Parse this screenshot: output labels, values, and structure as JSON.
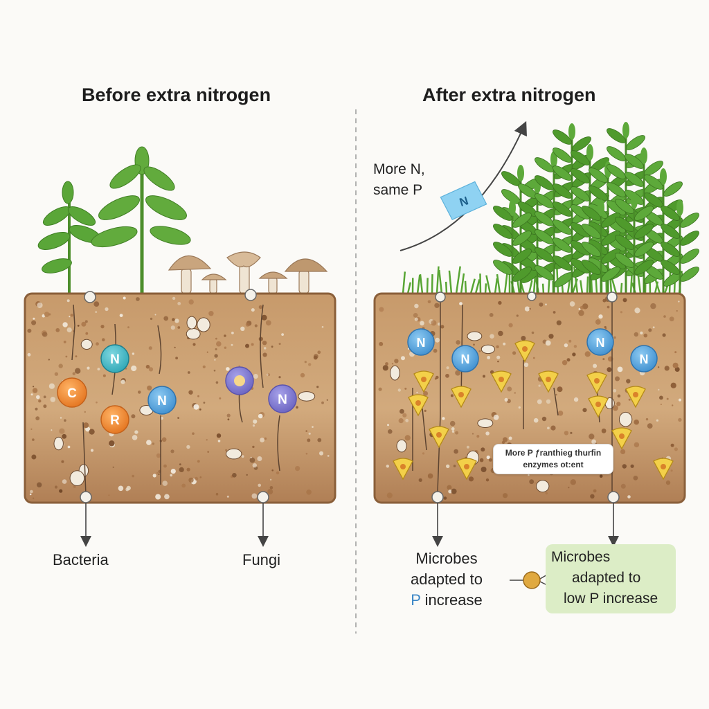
{
  "before": {
    "title": "Before extra nitrogen",
    "legend": {
      "bacteria": "Bacteria",
      "fungi": "Fungi"
    },
    "nutrients": [
      "N",
      "C",
      "R",
      "N",
      "N"
    ]
  },
  "after": {
    "title": "After extra nitrogen",
    "arrow_label": {
      "line1": "More N,",
      "line2": "same P"
    },
    "tag_text": "N",
    "nutrients": [
      "N",
      "N",
      "N",
      "N"
    ],
    "callout": {
      "line1": "More P ƒranthieg thurfin",
      "line2": "enzymes ot:ent"
    },
    "legend_left": {
      "line1": "Microbes",
      "line2": "adapted to",
      "line3_p": "P",
      "line3_rest": " increase"
    },
    "legend_right": {
      "line1": "Microbes",
      "line2": "adapted to",
      "line3": "low P increase"
    }
  },
  "colors": {
    "nitrogen": "#5aa6de",
    "carbon": "#ee8a30",
    "fungi_node": "#7b74c9",
    "soil": "#c49a6c",
    "plant": "#4f9a2c"
  }
}
